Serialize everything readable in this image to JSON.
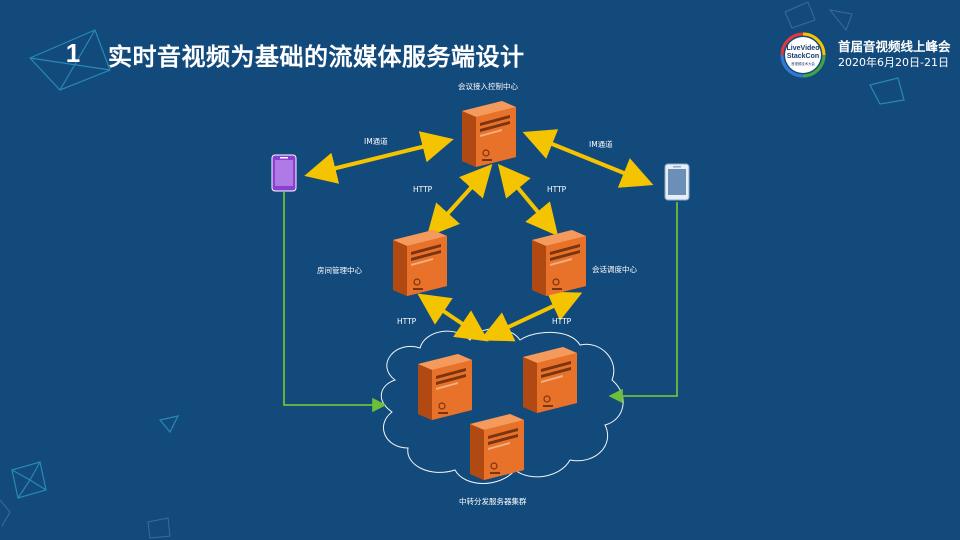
{
  "header": {
    "slide_number": "1",
    "title": "实时音视频为基础的流媒体服务端设计"
  },
  "conference": {
    "logo_text": [
      "Live",
      "Video",
      "Stack",
      "Con"
    ],
    "logo_caption": "音视频技术大会",
    "name": "首届音视频线上峰会",
    "date": "2020年6月20日-21日"
  },
  "diagram": {
    "nodes": {
      "control_center": "会议接入控制中心",
      "room_management": "房间管理中心",
      "session_scheduling": "会话调度中心",
      "relay_cluster": "中转分发服务器集群"
    },
    "edges": {
      "im_left": "IM通道",
      "im_right": "IM通道",
      "http_top_left": "HTTP",
      "http_top_right": "HTTP",
      "http_bottom_left": "HTTP",
      "http_bottom_right": "HTTP"
    },
    "colors": {
      "background": "#134a7c",
      "arrow": "#f5c400",
      "link": "#6bbf3a",
      "server": "#e8722a",
      "phone_left": "#8a3fd1",
      "phone_right": "#6c8fb8"
    }
  }
}
